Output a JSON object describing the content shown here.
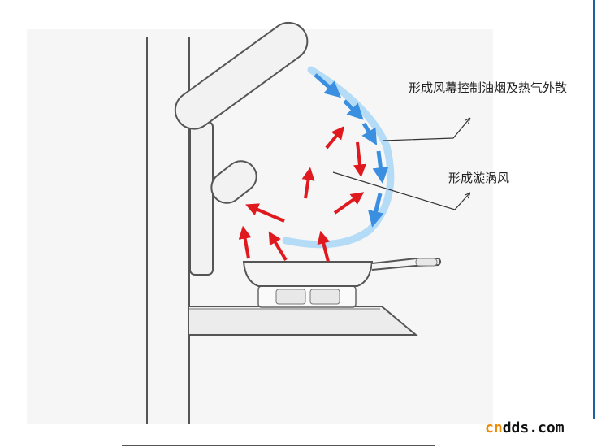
{
  "labels": {
    "curtain": "形成风幕控制油烟及热气外散",
    "vortex": "形成漩涡风"
  },
  "watermark": {
    "cn": "cn",
    "rest": "dds.com"
  },
  "colors": {
    "airflow_arrow": "#e0191e",
    "curtain_arrow": "#3a8fe0",
    "curtain_band": "#b5dcf7",
    "outline": "#555555"
  },
  "icons": [
    "range-hood",
    "wall",
    "frying-pan",
    "gas-burner",
    "stove-counter",
    "airflow-arrow",
    "air-curtain-arrow"
  ]
}
